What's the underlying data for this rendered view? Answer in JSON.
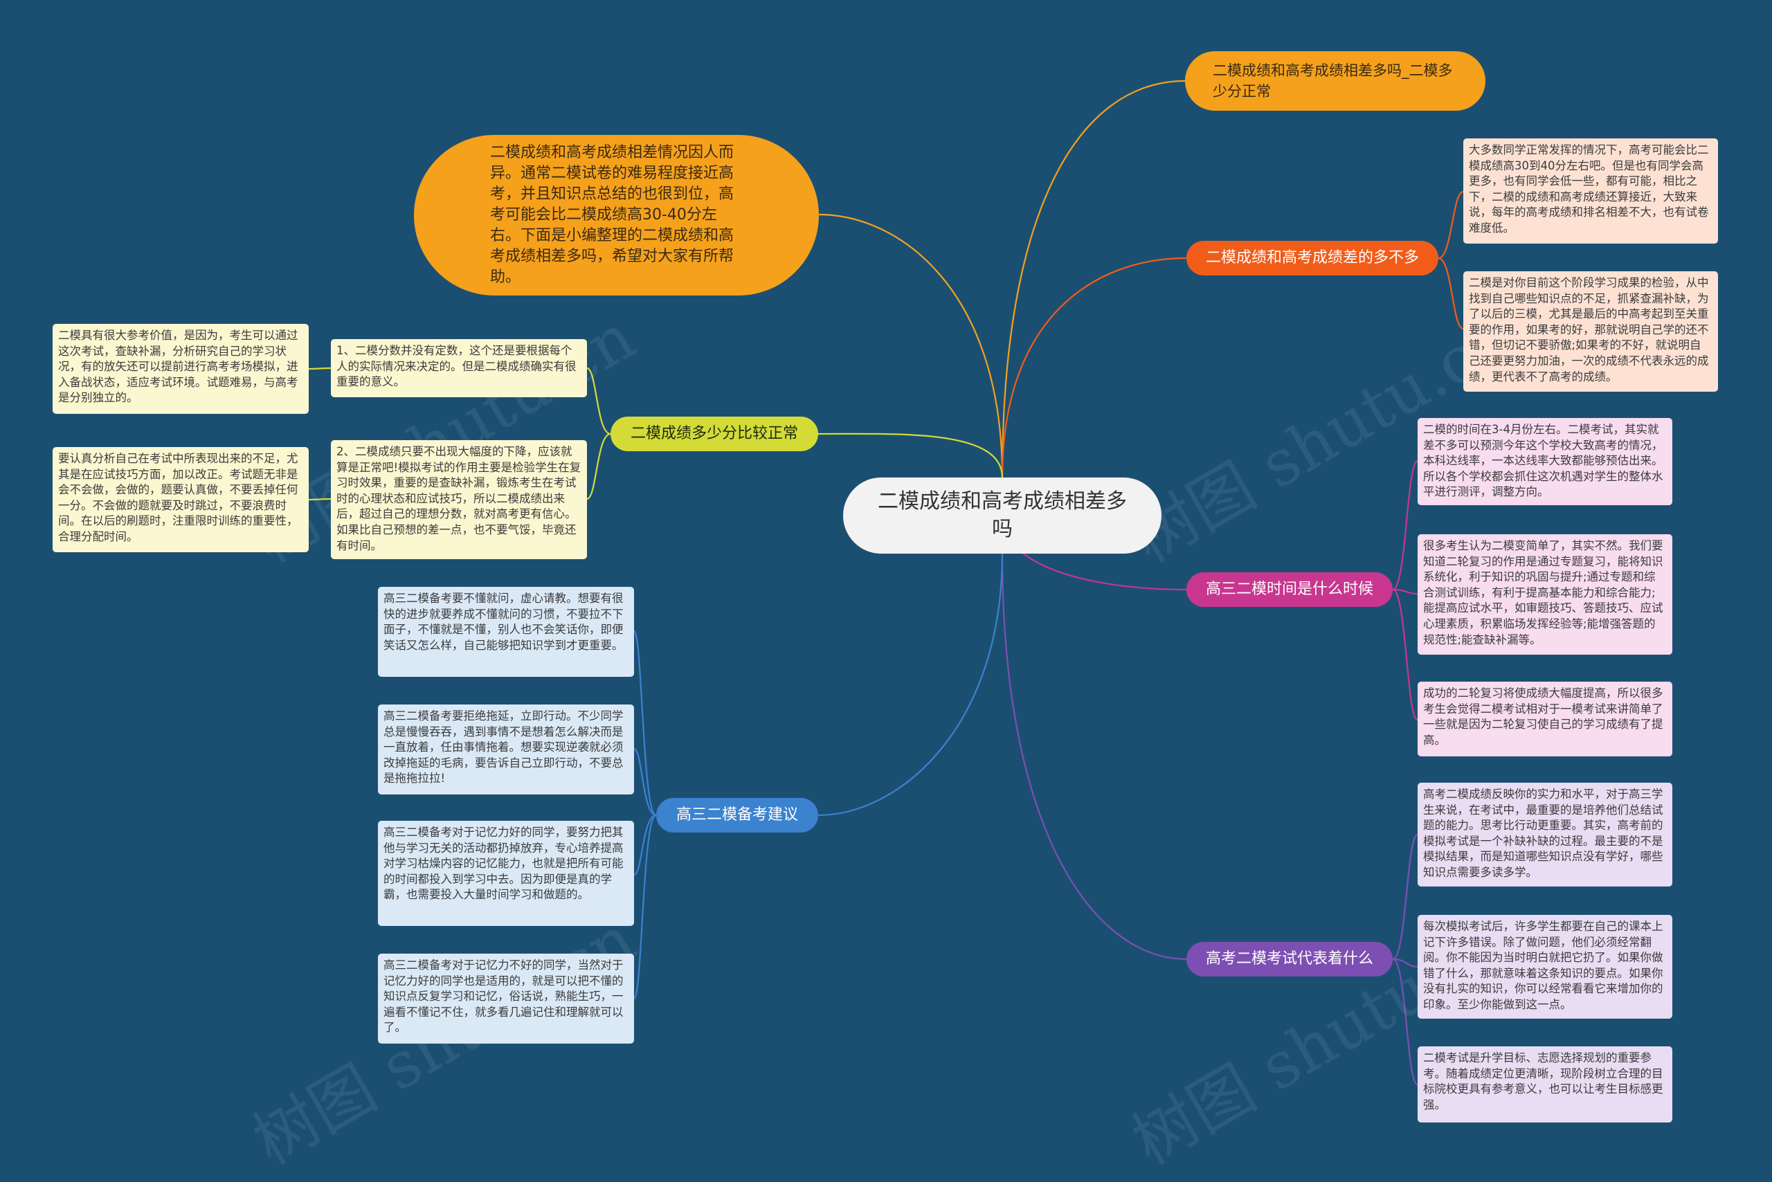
{
  "root": {
    "label": "二模成绩和高考成绩相差多吗"
  },
  "intro": {
    "text": "二模成绩和高考成绩相差情况因人而异。通常二模试卷的难易程度接近高考，并且知识点总结的也很到位，高考可能会比二模成绩高30-40分左右。下面是小编整理的二模成绩和高考成绩相差多吗，希望对大家有所帮助。"
  },
  "topic": {
    "label": "二模成绩和高考成绩相差多吗_二模多少分正常"
  },
  "branches": [
    {
      "label": "二模成绩和高考成绩差的多不多",
      "leaves": [
        "大多数同学正常发挥的情况下，高考可能会比二模成绩高30到40分左右吧。但是也有同学会高更多，也有同学会低一些，都有可能，相比之下，二模的成绩和高考成绩还算接近，大致来说，每年的高考成绩和排名相差不大，也有试卷难度低。",
        "二模是对你目前这个阶段学习成果的检验，从中找到自己哪些知识点的不足，抓紧查漏补缺，为了以后的三模，尤其是最后的中高考起到至关重要的作用，如果考的好，那就说明自己学的还不错，但切记不要骄傲;如果考的不好，就说明自己还要更努力加油，一次的成绩不代表永远的成绩，更代表不了高考的成绩。"
      ]
    },
    {
      "label": "高三二模时间是什么时候",
      "leaves": [
        "二模的时间在3-4月份左右。二模考试，其实就差不多可以预测今年这个学校大致高考的情况，本科达线率，一本达线率大致都能够预估出来。所以各个学校都会抓住这次机遇对学生的整体水平进行测评，调整方向。",
        "很多考生认为二模变简单了，其实不然。我们要知道二轮复习的作用是通过专题复习，能将知识系统化，利于知识的巩固与提升;通过专题和综合测试训练，有利于提高基本能力和综合能力;能提高应试水平，如审题技巧、答题技巧、应试心理素质，积累临场发挥经验等;能增强答题的规范性;能查缺补漏等。",
        "成功的二轮复习将使成绩大幅度提高，所以很多考生会觉得二模考试相对于一模考试来讲简单了一些就是因为二轮复习使自己的学习成绩有了提高。"
      ]
    },
    {
      "label": "高考二模考试代表着什么",
      "leaves": [
        "高考二模成绩反映你的实力和水平，对于高三学生来说，在考试中，最重要的是培养他们总结试题的能力。思考比行动更重要。其实，高考前的模拟考试是一个补缺补缺的过程。最主要的不是模拟结果，而是知道哪些知识点没有学好，哪些知识点需要多读多学。",
        "每次模拟考试后，许多学生都要在自己的课本上记下许多错误。除了做问题，他们必须经常翻阅。你不能因为当时明白就把它扔了。如果你做错了什么，那就意味着这条知识的要点。如果你没有扎实的知识，你可以经常看看它来增加你的印象。至少你能做到这一点。",
        "二模考试是升学目标、志愿选择规划的重要参考。随着成绩定位更清晰，现阶段树立合理的目标院校更具有参考意义，也可以让考生目标感更强。"
      ]
    },
    {
      "label": "二模成绩多少分比较正常",
      "mid": [
        "1、二模分数并没有定数，这个还是要根据每个人的实际情况来决定的。但是二模成绩确实有很重要的意义。",
        "2、二模成绩只要不出现大幅度的下降，应该就算是正常吧!模拟考试的作用主要是检验学生在复习时效果，重要的是查缺补漏，锻炼考生在考试时的心理状态和应试技巧，所以二模成绩出来后，超过自己的理想分数，就对高考更有信心。如果比自己预想的差一点，也不要气馁，毕竟还有时间。"
      ],
      "outer": [
        "二模具有很大参考价值，是因为，考生可以通过这次考试，查缺补漏，分析研究自己的学习状况，有的放矢还可以提前进行高考考场模拟，进入备战状态，适应考试环境。试题难易，与高考是分别独立的。",
        "要认真分析自己在考试中所表现出来的不足，尤其是在应试技巧方面，加以改正。考试题无非是会不会做，会做的，题要认真做，不要丢掉任何一分。不会做的题就要及时跳过，不要浪费时间。在以后的刷题时，注重限时训练的重要性，合理分配时间。"
      ]
    },
    {
      "label": "高三二模备考建议",
      "leaves": [
        "高三二模备考要不懂就问，虚心请教。想要有很快的进步就要养成不懂就问的习惯，不要拉不下面子，不懂就是不懂，别人也不会笑话你，即便笑话又怎么样，自己能够把知识学到才更重要。",
        "高三二模备考要拒绝拖延，立即行动。不少同学总是慢慢吞吞，遇到事情不是想着怎么解决而是一直放着，任由事情拖着。想要实现逆袭就必须改掉拖延的毛病，要告诉自己立即行动，不要总是拖拖拉拉!",
        "高三二模备考对于记忆力好的同学，要努力把其他与学习无关的活动都扔掉放弃，专心培养提高对学习枯燥内容的记忆能力，也就是把所有可能的时间都投入到学习中去。因为即便是真的学霸，也需要投入大量时间学习和做题的。",
        "高三二模备考对于记忆力不好的同学，当然对于记忆力好的同学也是适用的，就是可以把不懂的知识点反复学习和记忆，俗话说，熟能生巧，一遍看不懂记不住，就多看几遍记住和理解就可以了。"
      ]
    }
  ],
  "watermark": "树图 shutu.cn",
  "colors": {
    "background": "#1b4f72",
    "orange": "#f5a11c",
    "red_orange": "#f25c19",
    "pink": "#c8368f",
    "purple": "#7d4fb3",
    "yellow_green": "#d4db37",
    "blue": "#3b82cf"
  }
}
